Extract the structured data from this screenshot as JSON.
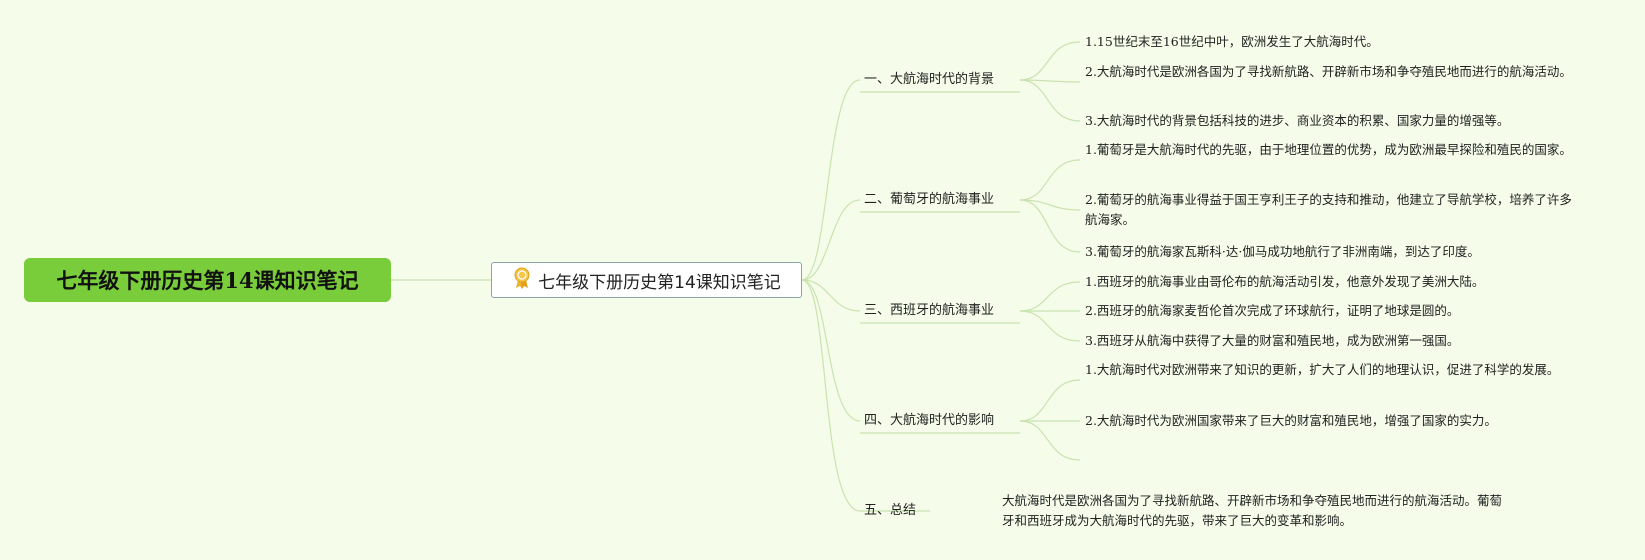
{
  "root": {
    "title": "七年级下册历史第14课知识笔记"
  },
  "center": {
    "title": "七年级下册历史第14课知识笔记",
    "icon": "award-ribbon-icon"
  },
  "sections": [
    {
      "label": "一、大航海时代的背景",
      "items": [
        "1.15世纪末至16世纪中叶，欧洲发生了大航海时代。",
        "2.大航海时代是欧洲各国为了寻找新航路、开辟新市场和争夺殖民地而进行的航海活动。",
        "3.大航海时代的背景包括科技的进步、商业资本的积累、国家力量的增强等。"
      ]
    },
    {
      "label": "二、葡萄牙的航海事业",
      "items": [
        "1.葡萄牙是大航海时代的先驱，由于地理位置的优势，成为欧洲最早探险和殖民的国家。",
        "2.葡萄牙的航海事业得益于国王亨利王子的支持和推动，他建立了导航学校，培养了许多航海家。",
        "3.葡萄牙的航海家瓦斯科·达·伽马成功地航行了非洲南端，到达了印度。"
      ]
    },
    {
      "label": "三、西班牙的航海事业",
      "items": [
        "1.西班牙的航海事业由哥伦布的航海活动引发，他意外发现了美洲大陆。",
        "2.西班牙的航海家麦哲伦首次完成了环球航行，证明了地球是圆的。",
        "3.西班牙从航海中获得了大量的财富和殖民地，成为欧洲第一强国。"
      ]
    },
    {
      "label": "四、大航海时代的影响",
      "items": [
        "1.大航海时代对欧洲带来了知识的更新，扩大了人们的地理认识，促进了科学的发展。",
        "2.大航海时代为欧洲国家带来了巨大的财富和殖民地，增强了国家的实力。"
      ]
    },
    {
      "label": "五、总结",
      "items": [
        "大航海时代是欧洲各国为了寻找新航路、开辟新市场和争夺殖民地而进行的航海活动。葡萄牙和西班牙成为大航海时代的先驱，带来了巨大的变革和影响。"
      ]
    }
  ],
  "colors": {
    "background": "#f6fcea",
    "root_fill": "#79cc3a",
    "connector": "#c9e3b0",
    "center_border": "#8aa5a8"
  }
}
